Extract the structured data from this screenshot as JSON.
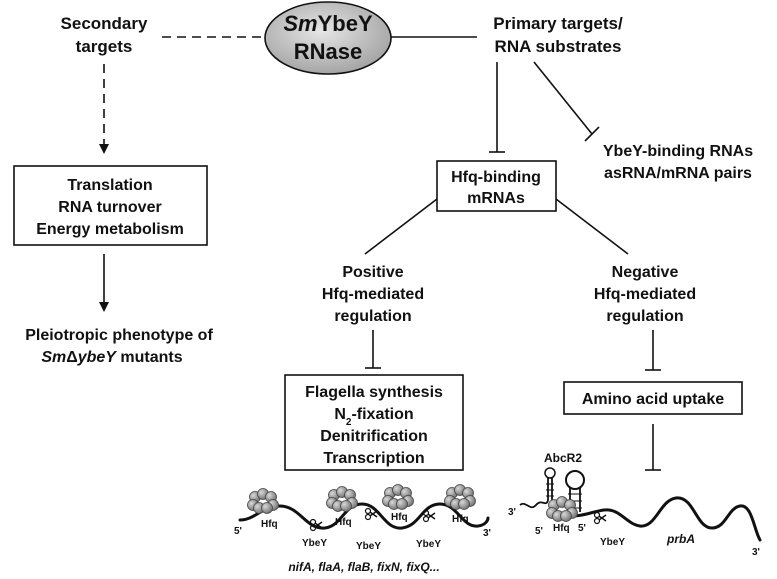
{
  "center": {
    "title_italic": "Sm",
    "title_rest": "YbeY",
    "subtitle": "RNase"
  },
  "secondary": {
    "line1": "Secondary",
    "line2": "targets"
  },
  "primary": {
    "line1": "Primary targets/",
    "line2": "RNA substrates"
  },
  "secondary_box": {
    "line1": "Translation",
    "line2": "RNA turnover",
    "line3": "Energy metabolism"
  },
  "phenotype": {
    "line1": "Pleiotropic phenotype of",
    "line2_italic_a": "Sm",
    "line2_delta": "Δ",
    "line2_italic_b": "ybeY",
    "line2_rest": " mutants"
  },
  "ybey_binding": {
    "line1": "YbeY-binding RNAs",
    "line2": "asRNA/mRNA pairs"
  },
  "hfq_box": {
    "line1": "Hfq-binding",
    "line2": "mRNAs"
  },
  "positive": {
    "line1": "Positive",
    "line2": "Hfq-mediated",
    "line3": "regulation"
  },
  "negative": {
    "line1": "Negative",
    "line2": "Hfq-mediated",
    "line3": "regulation"
  },
  "flagella_box": {
    "line1": "Flagella synthesis",
    "line2_pre": "N",
    "line2_sub": "2",
    "line2_post": "-fixation",
    "line3": "Denitrification",
    "line4": "Transcription"
  },
  "amino_box": {
    "label": "Amino acid uptake"
  },
  "left_rna": {
    "five": "5'",
    "three": "3'",
    "hfq": [
      "Hfq",
      "Hfq",
      "Hfq",
      "Hfq"
    ],
    "ybey": [
      "YbeY",
      "YbeY",
      "YbeY"
    ],
    "genes": "nifA, flaA, flaB, fixN, fixQ..."
  },
  "right_rna": {
    "abcr2": "AbcR2",
    "three_left": "3'",
    "five_a": "5'",
    "five_b": "5'",
    "three_right": "3'",
    "hfq": "Hfq",
    "ybey": "YbeY",
    "gene": "prbA"
  },
  "colors": {
    "ellipse_fill": "#bdbdbd",
    "hfq_fill": "#8c8c8c",
    "ink": "#111111"
  }
}
